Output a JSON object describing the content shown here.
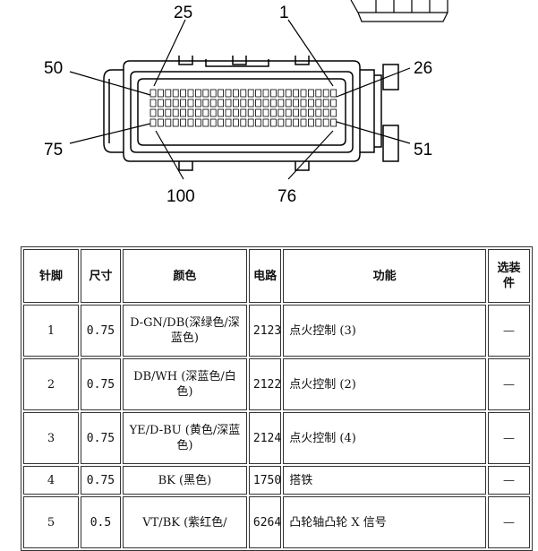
{
  "diagram": {
    "pin_labels": {
      "p25": "25",
      "p1": "1",
      "p50": "50",
      "p26": "26",
      "p75": "75",
      "p51": "51",
      "p100": "100",
      "p76": "76"
    }
  },
  "table": {
    "headers": {
      "pin": "针脚",
      "size": "尺寸",
      "color": "颜色",
      "circuit": "电路",
      "function": "功能",
      "option": "选装件"
    },
    "rows": [
      {
        "pin": "1",
        "size": "0.75",
        "color": "D-GN/DB(深绿色/深蓝色)",
        "circuit": "2123",
        "function": "点火控制 (3)",
        "option": "—"
      },
      {
        "pin": "2",
        "size": "0.75",
        "color": "DB/WH (深蓝色/白色)",
        "circuit": "2122",
        "function": "点火控制 (2)",
        "option": "—"
      },
      {
        "pin": "3",
        "size": "0.75",
        "color": "YE/D-BU (黄色/深蓝色)",
        "circuit": "2124",
        "function": "点火控制 (4)",
        "option": "—"
      },
      {
        "pin": "4",
        "size": "0.75",
        "color": "BK (黑色)",
        "circuit": "1750",
        "function": "搭铁",
        "option": "—"
      },
      {
        "pin": "5",
        "size": "0.5",
        "color": "VT/BK (紫红色/",
        "circuit": "6264",
        "function": "凸轮轴凸轮 X 信号",
        "option": "—"
      }
    ]
  }
}
